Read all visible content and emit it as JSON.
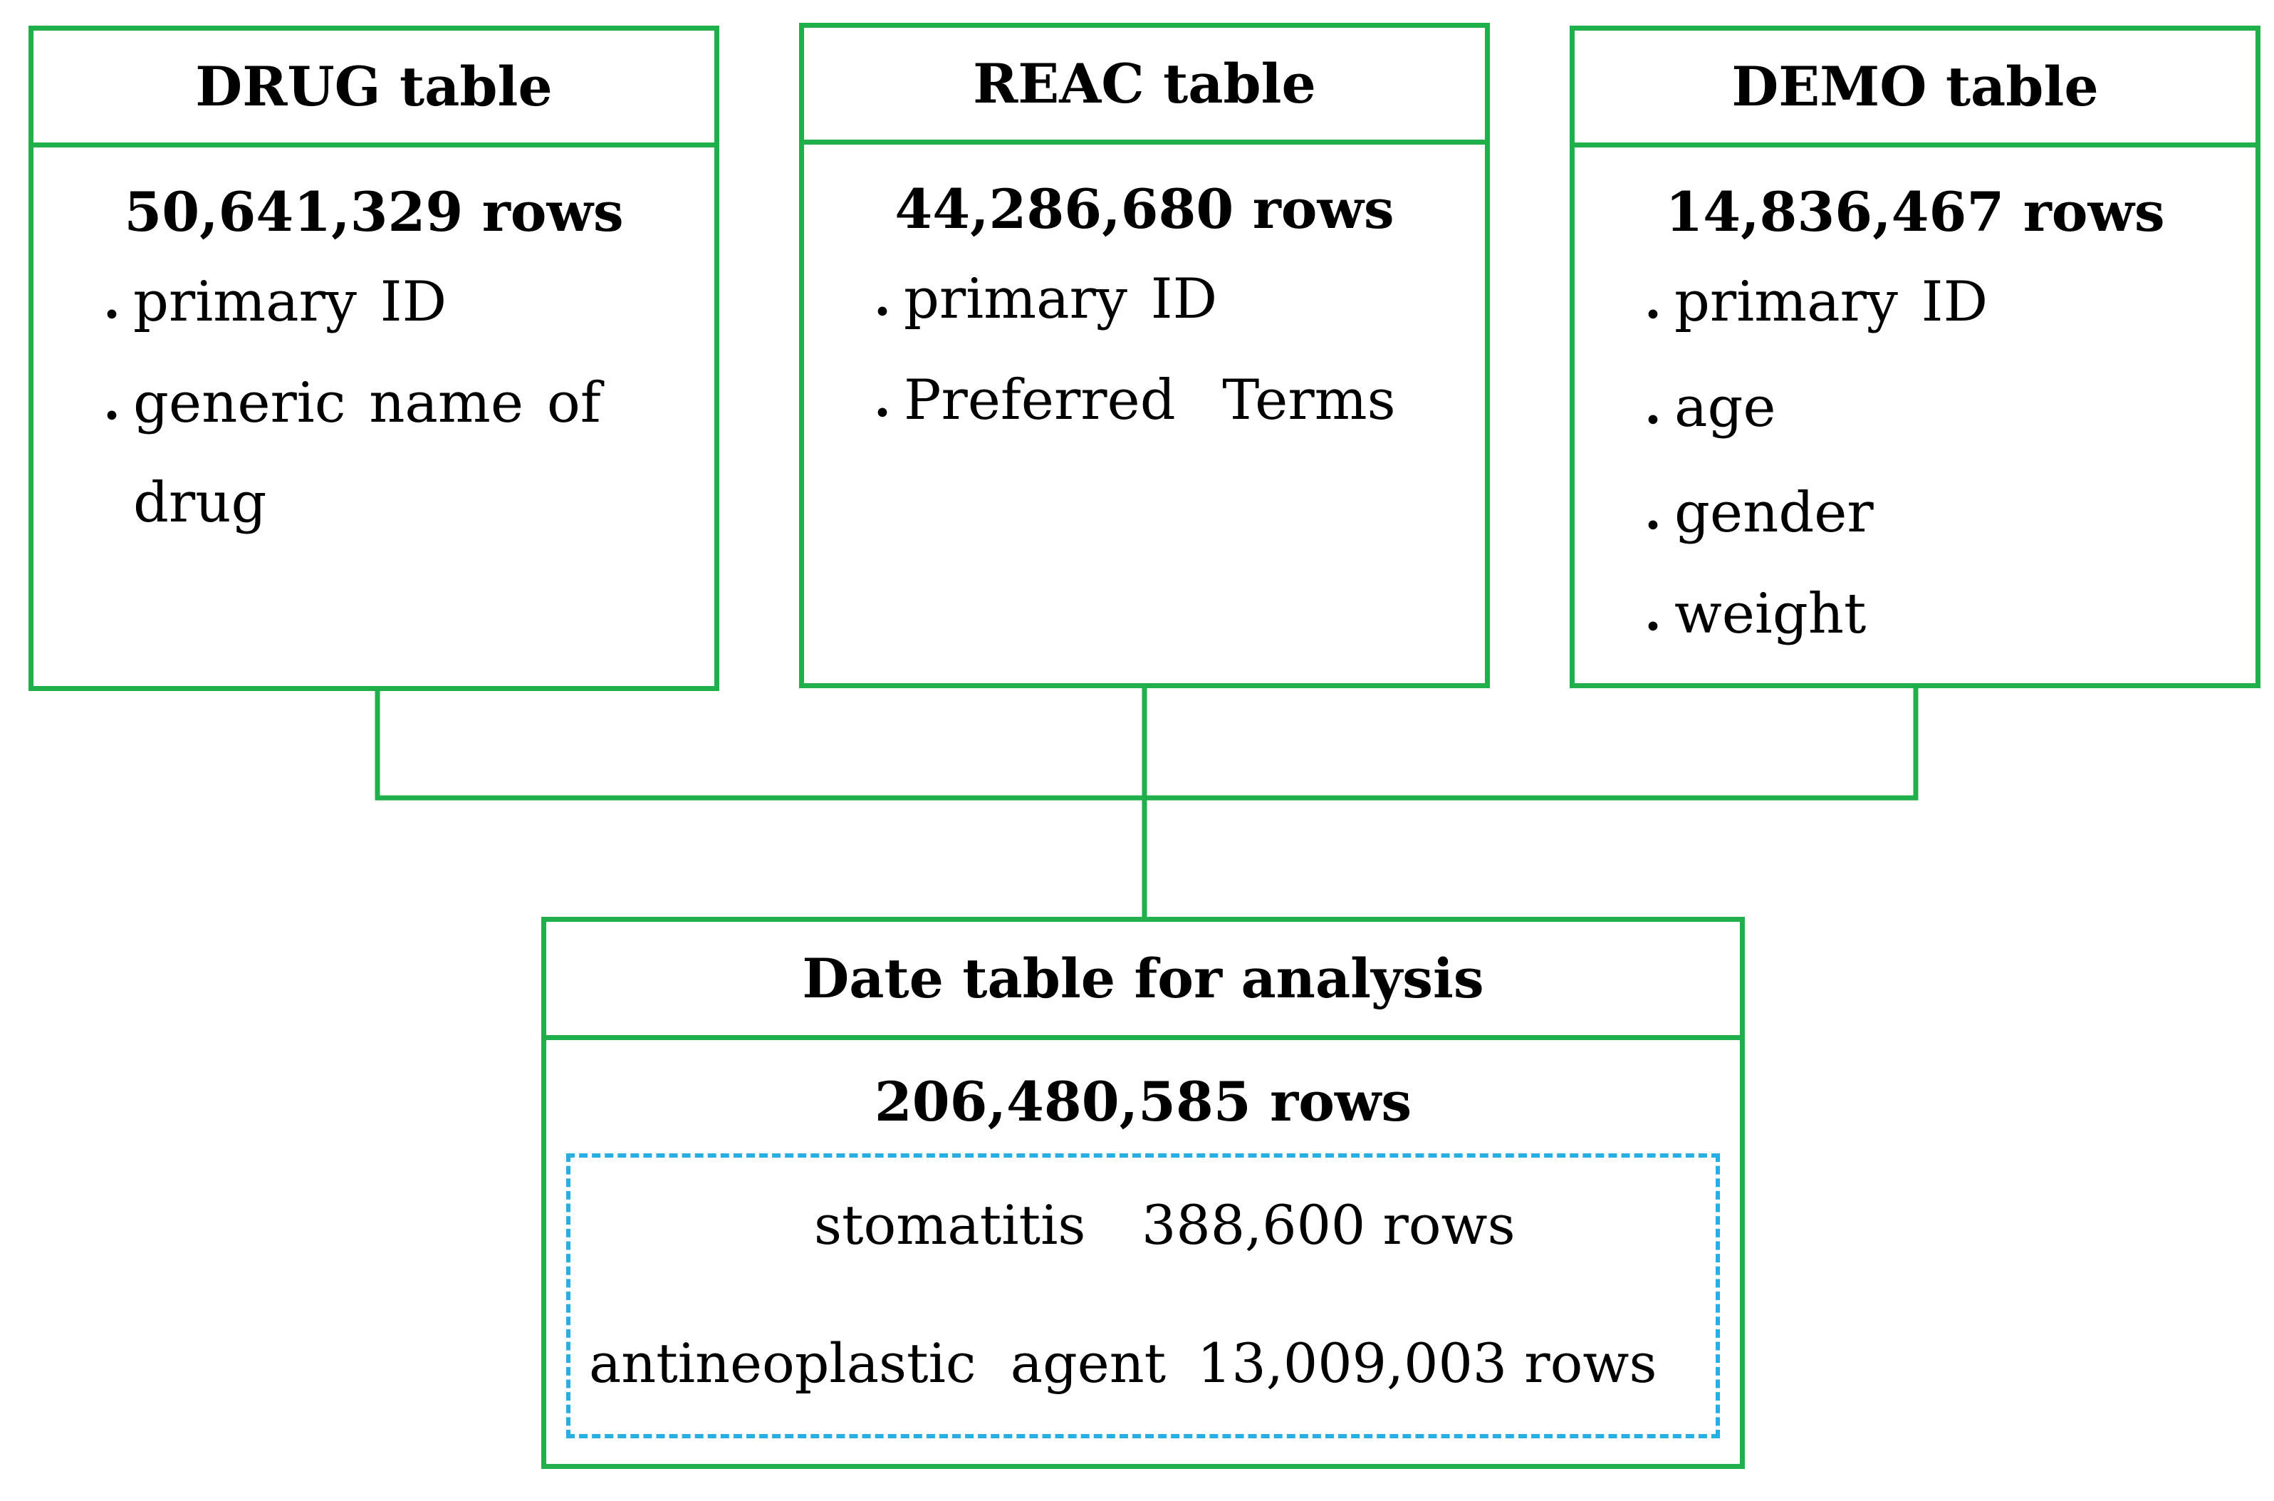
{
  "tables": {
    "drug": {
      "title": "DRUG table",
      "rows": "50,641,329 rows",
      "fields": [
        "primary ID",
        "generic name of",
        "drug"
      ]
    },
    "reac": {
      "title": "REAC table",
      "rows": "44,286,680 rows",
      "fields": [
        "primary ID",
        "Preferred  Terms"
      ]
    },
    "demo": {
      "title": "DEMO table",
      "rows": "14,836,467 rows",
      "fields": [
        "primary ID",
        "age",
        "gender",
        "weight"
      ]
    }
  },
  "analysis": {
    "title": "Date table for analysis",
    "rows": "206,480,585 rows",
    "subsets": [
      {
        "name": "stomatitis",
        "count": "388,600 rows"
      },
      {
        "name": "antineoplastic  agent",
        "count": "13,009,003 rows"
      }
    ]
  },
  "bullet_symbol": "・",
  "colors": {
    "box_border": "#1fb04b",
    "dashed_border": "#27aee3"
  }
}
